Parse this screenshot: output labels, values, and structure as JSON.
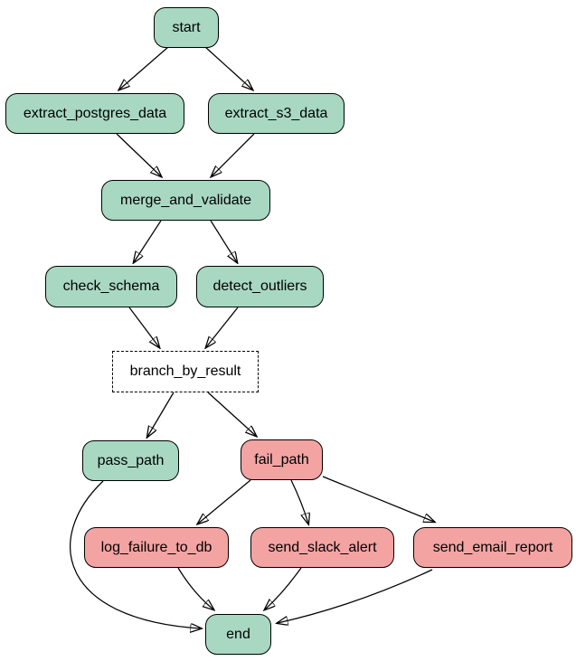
{
  "diagram": {
    "type": "flowchart",
    "colors": {
      "success_fill": "#a8d8c2",
      "failure_fill": "#f4a3a3",
      "branch_fill": "#ffffff",
      "node_border": "#000000",
      "edge": "#000000",
      "background": "#ffffff"
    },
    "nodes": [
      {
        "id": "start",
        "label": "start",
        "kind": "success"
      },
      {
        "id": "extract_postgres_data",
        "label": "extract_postgres_data",
        "kind": "success"
      },
      {
        "id": "extract_s3_data",
        "label": "extract_s3_data",
        "kind": "success"
      },
      {
        "id": "merge_and_validate",
        "label": "merge_and_validate",
        "kind": "success"
      },
      {
        "id": "check_schema",
        "label": "check_schema",
        "kind": "success"
      },
      {
        "id": "detect_outliers",
        "label": "detect_outliers",
        "kind": "success"
      },
      {
        "id": "branch_by_result",
        "label": "branch_by_result",
        "kind": "branch"
      },
      {
        "id": "pass_path",
        "label": "pass_path",
        "kind": "success"
      },
      {
        "id": "fail_path",
        "label": "fail_path",
        "kind": "failure"
      },
      {
        "id": "log_failure_to_db",
        "label": "log_failure_to_db",
        "kind": "failure"
      },
      {
        "id": "send_slack_alert",
        "label": "send_slack_alert",
        "kind": "failure"
      },
      {
        "id": "send_email_report",
        "label": "send_email_report",
        "kind": "failure"
      },
      {
        "id": "end",
        "label": "end",
        "kind": "success"
      }
    ],
    "edges": [
      {
        "from": "start",
        "to": "extract_postgres_data"
      },
      {
        "from": "start",
        "to": "extract_s3_data"
      },
      {
        "from": "extract_postgres_data",
        "to": "merge_and_validate"
      },
      {
        "from": "extract_s3_data",
        "to": "merge_and_validate"
      },
      {
        "from": "merge_and_validate",
        "to": "check_schema"
      },
      {
        "from": "merge_and_validate",
        "to": "detect_outliers"
      },
      {
        "from": "check_schema",
        "to": "branch_by_result"
      },
      {
        "from": "detect_outliers",
        "to": "branch_by_result"
      },
      {
        "from": "branch_by_result",
        "to": "pass_path"
      },
      {
        "from": "branch_by_result",
        "to": "fail_path"
      },
      {
        "from": "pass_path",
        "to": "end"
      },
      {
        "from": "fail_path",
        "to": "log_failure_to_db"
      },
      {
        "from": "fail_path",
        "to": "send_slack_alert"
      },
      {
        "from": "fail_path",
        "to": "send_email_report"
      },
      {
        "from": "log_failure_to_db",
        "to": "end"
      },
      {
        "from": "send_slack_alert",
        "to": "end"
      },
      {
        "from": "send_email_report",
        "to": "end"
      }
    ]
  }
}
